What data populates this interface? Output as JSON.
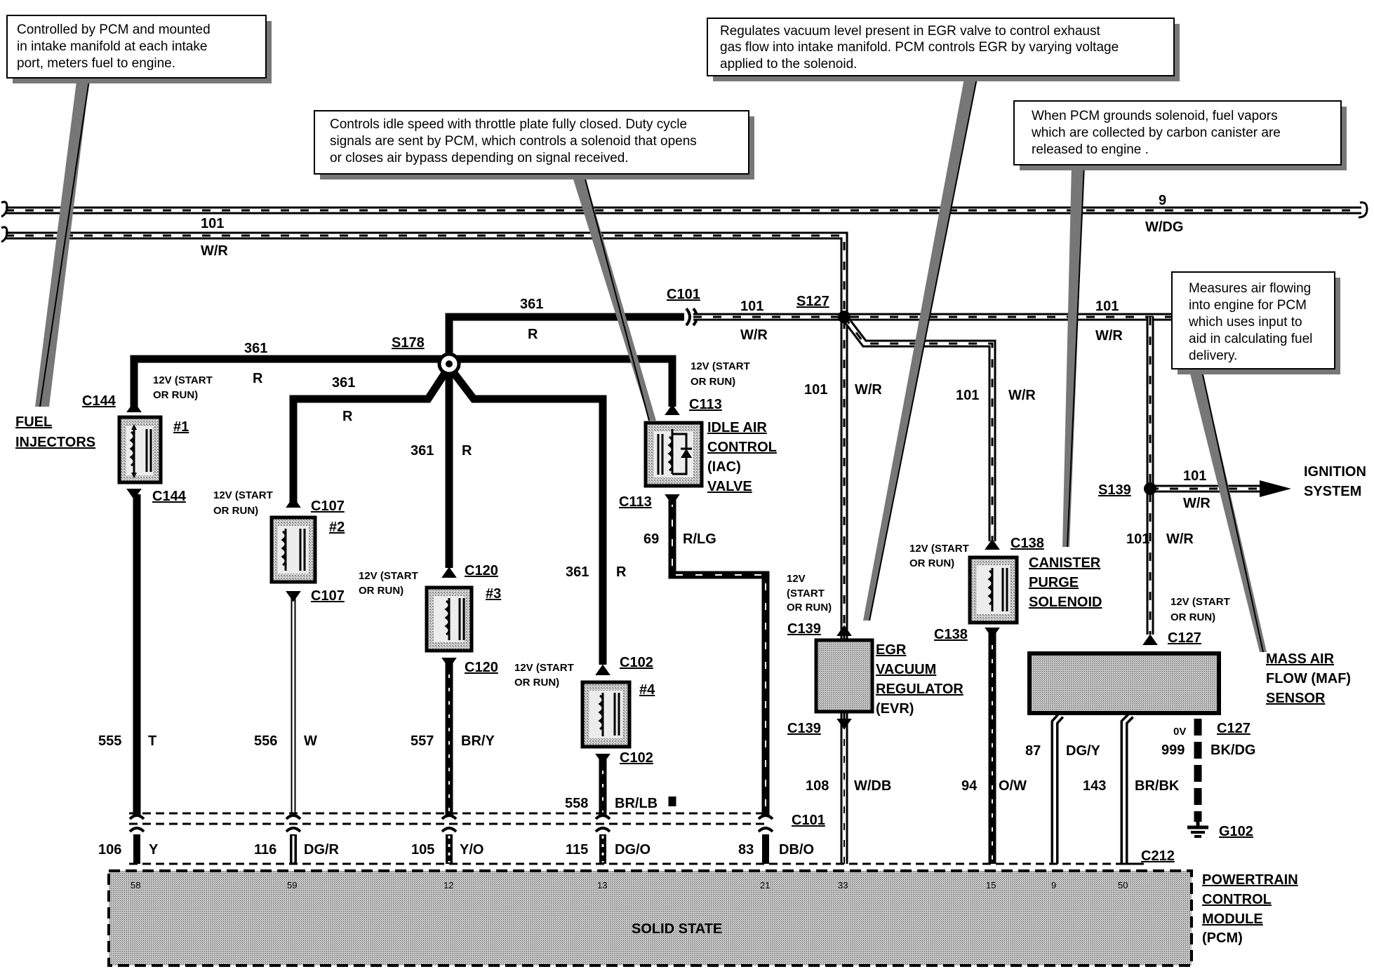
{
  "notes": {
    "injectors": [
      "Controlled by PCM and mounted",
      "in intake manifold at each intake",
      "port, meters fuel to engine."
    ],
    "iac": [
      "Controls idle speed with throttle plate fully closed. Duty cycle",
      "signals are sent by PCM, which controls a solenoid that opens",
      "or closes air bypass depending on signal received."
    ],
    "egr": [
      "Regulates vacuum level present in EGR valve to control exhaust",
      "gas flow into intake manifold. PCM controls EGR by varying voltage",
      "applied to the solenoid."
    ],
    "purge": [
      "When PCM grounds solenoid,  fuel vapors",
      "which are collected  by carbon canister are",
      "released  to engine ."
    ],
    "maf": [
      "Measures air flowing",
      "into engine for PCM",
      "which uses input to",
      "aid in calculating fuel",
      "delivery."
    ]
  },
  "power": {
    "voltage": [
      "12V (START",
      "OR RUN)"
    ],
    "egr_voltage": [
      "12V",
      "(START",
      "OR RUN)"
    ]
  },
  "wires": {
    "c9": "9",
    "wdg": "W/DG",
    "c101": "101",
    "wr": "W/R",
    "c361": "361",
    "r": "R",
    "c69": "69",
    "rlg": "R/LG",
    "c555": "555",
    "t": "T",
    "c556": "556",
    "w": "W",
    "c557": "557",
    "bry": "BR/Y",
    "c558": "558",
    "brlb": "BR/LB",
    "c108": "108",
    "wdb": "W/DB",
    "c94": "94",
    "ow": "O/W",
    "c87": "87",
    "dgy": "DG/Y",
    "c143": "143",
    "brbk": "BR/BK",
    "c999": "999",
    "bkdg": "BK/DG",
    "v0": "0V",
    "c106": "106",
    "y": "Y",
    "c116": "116",
    "dgr": "DG/R",
    "c105": "105",
    "yo": "Y/O",
    "c115": "115",
    "dgo": "DG/O",
    "c83": "83",
    "dbo": "DB/O"
  },
  "connectors": {
    "c144": "C144",
    "c107": "C107",
    "c120": "C120",
    "c102": "C102",
    "c113": "C113",
    "c101": "C101",
    "c139": "C139",
    "c138": "C138",
    "c127": "C127",
    "c212": "C212",
    "g102": "G102",
    "s178": "S178",
    "s127": "S127",
    "s139": "S139"
  },
  "components": {
    "fuel_injectors": [
      "FUEL",
      "INJECTORS"
    ],
    "inj1": "#1",
    "inj2": "#2",
    "inj3": "#3",
    "inj4": "#4",
    "iac": [
      "IDLE AIR",
      "CONTROL",
      "(IAC)",
      "VALVE"
    ],
    "egr": [
      "EGR",
      "VACUUM",
      "REGULATOR",
      "(EVR)"
    ],
    "purge": [
      "CANISTER",
      "PURGE",
      "SOLENOID"
    ],
    "maf": [
      "MASS AIR",
      "FLOW (MAF)",
      "SENSOR"
    ],
    "ignition": [
      "IGNITION",
      "SYSTEM"
    ],
    "pcm": [
      "POWERTRAIN",
      "CONTROL",
      "MODULE",
      "(PCM)"
    ],
    "solid_state": "SOLID STATE"
  },
  "pins": [
    "58",
    "59",
    "12",
    "13",
    "21",
    "33",
    "15",
    "9",
    "50"
  ],
  "colors": {
    "ink": "#000000",
    "paper": "#ffffff",
    "shade": "#a9a9a9"
  }
}
